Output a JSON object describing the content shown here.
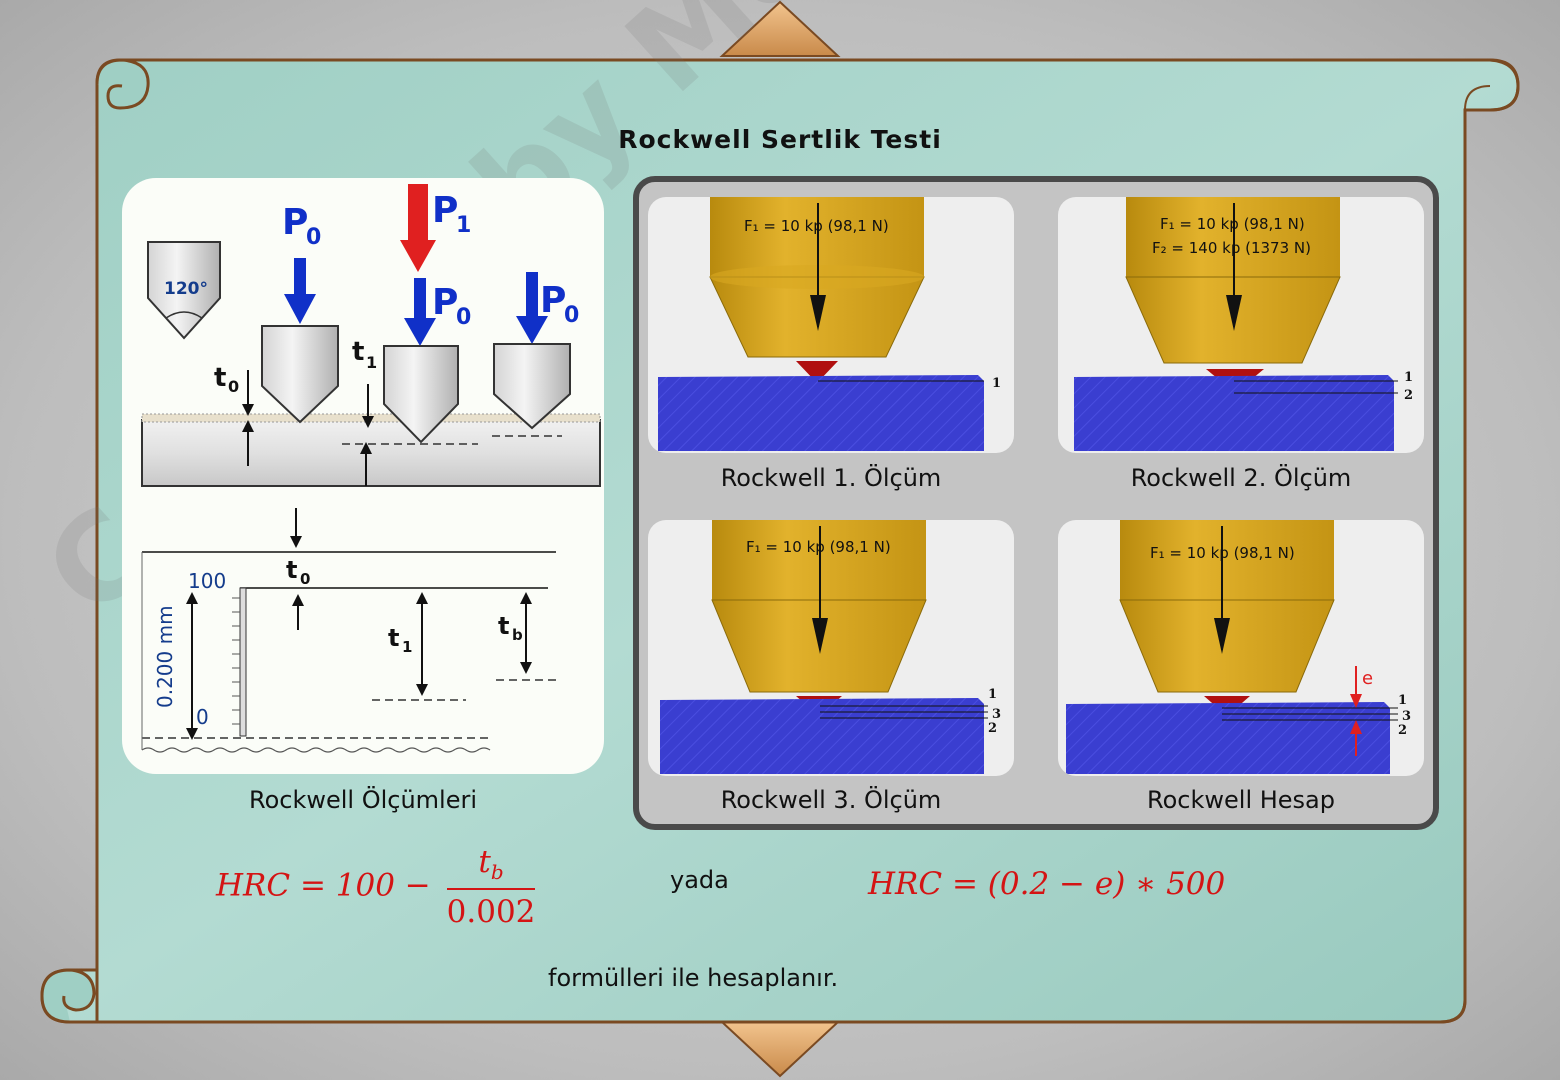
{
  "title": "Rockwell Sertlik Testi",
  "watermark": "Created by Mech X Eng X Caglar",
  "left_diagram": {
    "caption": "Rockwell Ölçümleri",
    "cone_angle": "120°",
    "labels": {
      "p0": "P",
      "p0_sub": "0",
      "p1": "P",
      "p1_sub": "1",
      "t0": "t",
      "t0_sub": "0",
      "t1": "t",
      "t1_sub": "1",
      "tb": "t",
      "tb_sub": "b",
      "scale_top": "100",
      "scale_bottom": "0",
      "scale_unit": "0.200 mm"
    }
  },
  "tiles": [
    {
      "caption": "Rockwell 1. Ölçüm",
      "force_lines": [
        "F₁ = 10 kp  (98,1 N)"
      ],
      "marks": [
        "1"
      ]
    },
    {
      "caption": "Rockwell 2. Ölçüm",
      "force_lines": [
        "F₁ = 10 kp  (98,1 N)",
        "F₂ = 140 kp  (1373 N)"
      ],
      "marks": [
        "1",
        "2"
      ]
    },
    {
      "caption": "Rockwell 3. Ölçüm",
      "force_lines": [
        "F₁ = 10 kp  (98,1 N)"
      ],
      "marks": [
        "1",
        "3",
        "2"
      ]
    },
    {
      "caption": "Rockwell Hesap",
      "force_lines": [
        "F₁ = 10 kp  (98,1 N)"
      ],
      "marks": [
        "1",
        "3",
        "2"
      ],
      "e_label": "e"
    }
  ],
  "formula1": {
    "lhs": "HRC = 100 −",
    "num": "t",
    "num_sub": "b",
    "den": "0.002"
  },
  "connector": "yada",
  "formula2": "HRC = (0.2 − e) ∗ 500",
  "footer": "formülleri ile hesaplanır.",
  "colors": {
    "parchment": "#a7d3c9",
    "border": "#7a4a22",
    "formula": "#d41414",
    "indenter": "#d7a41e",
    "specimen": "#3b3fcf",
    "arrow_blue": "#0b2fd6",
    "arrow_red": "#e02020"
  }
}
